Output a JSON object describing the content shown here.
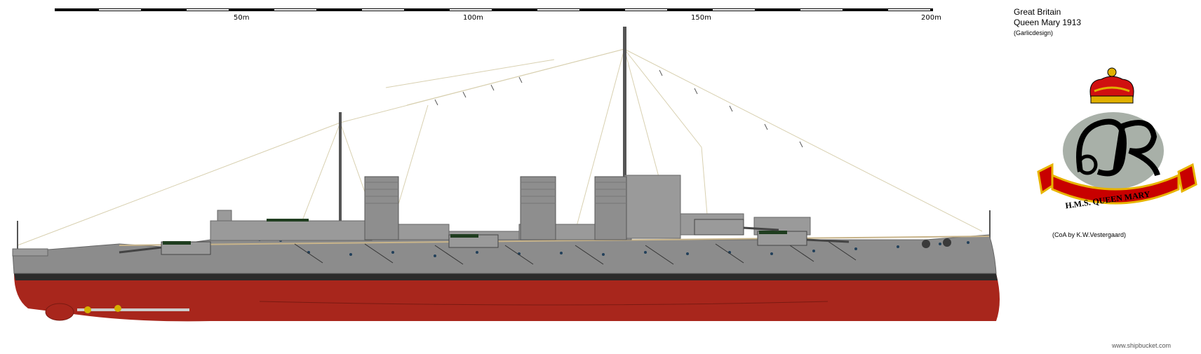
{
  "scale": {
    "labels": [
      "50m",
      "100m",
      "150m",
      "200m"
    ]
  },
  "info": {
    "country": "Great Britain",
    "ship_name": "Queen Mary 1913",
    "designer": "(Garlicdesign)"
  },
  "coa": {
    "ribbon_text": "H.M.S. QUEEN MARY",
    "cipher": "MR",
    "credit": "(CoA by K.W.Vestergaard)"
  },
  "site": "www.shipbucket.com",
  "colors": {
    "hull_grey": "#8c8c8c",
    "boot_black": "#2b2b2b",
    "hull_red": "#a8261c",
    "superstructure": "#9a9a9a",
    "deck_green": "#1f3d1f",
    "wood_deck": "#c8b48a",
    "crown_gold": "#e0b000",
    "crown_red": "#d01010",
    "ribbon_red": "#c80000",
    "ribbon_gold": "#e8b400"
  }
}
